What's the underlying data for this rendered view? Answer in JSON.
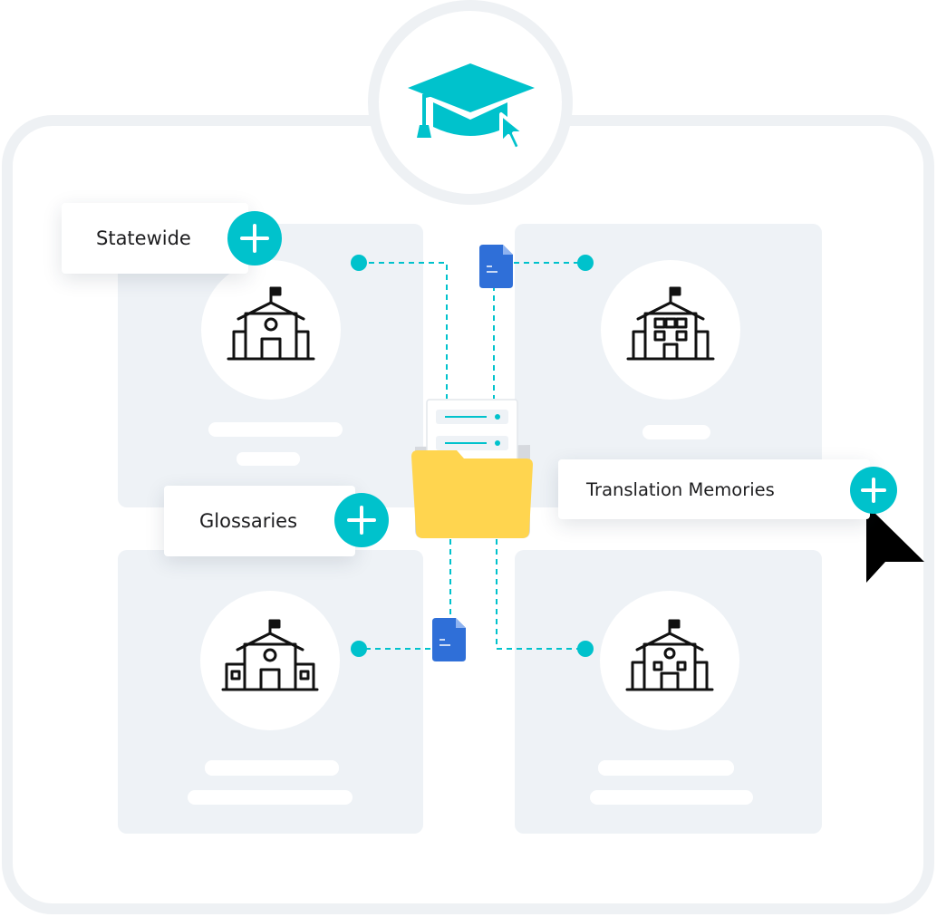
{
  "labels": {
    "statewide": "Statewide",
    "glossaries": "Glossaries",
    "translation_memories": "Translation Memories"
  },
  "icons": {
    "hub": "graduation-cap-cursor-icon",
    "card_top_left": "school-building-icon",
    "card_top_right": "school-building-icon",
    "card_bottom_left": "school-building-icon",
    "card_bottom_right": "school-building-icon",
    "folder": "folder-icon",
    "document": "document-icon",
    "add": "plus-icon",
    "pointer": "mouse-pointer-icon"
  },
  "colors": {
    "accent": "#00c2cc",
    "folder": "#ffd54f",
    "document": "#2f6fd8",
    "panel": "#eef2f6",
    "frame": "#eef1f4",
    "icon_stroke": "#111111",
    "pointer": "#000000"
  }
}
